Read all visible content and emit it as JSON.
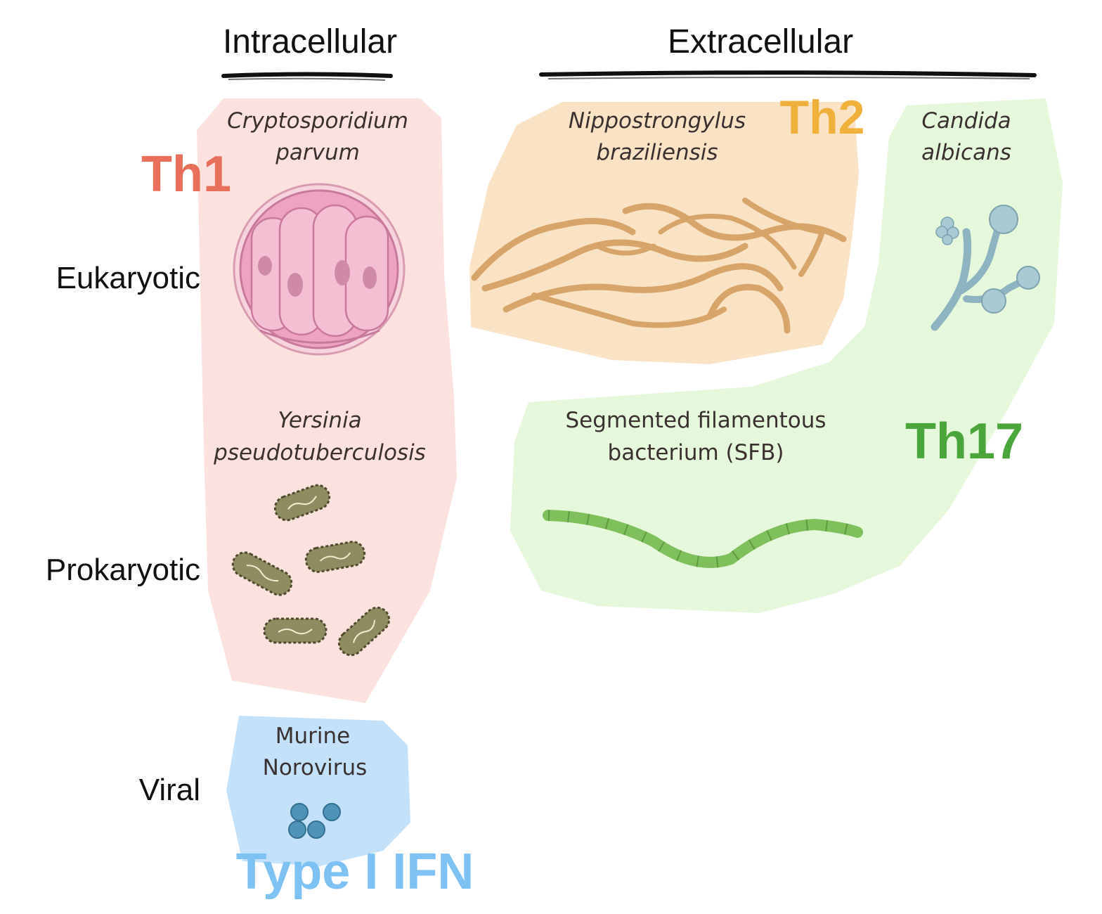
{
  "columns": {
    "intracellular": "Intracellular",
    "extracellular": "Extracellular"
  },
  "rows": {
    "eukaryotic": "Eukaryotic",
    "prokaryotic": "Prokaryotic",
    "viral": "Viral"
  },
  "responses": {
    "th1": "Th1",
    "th2": "Th2",
    "th17": "Th17",
    "type1ifn": "Type I IFN"
  },
  "organisms": {
    "crypto": [
      "Cryptosporidium",
      "parvum"
    ],
    "nippo": [
      "Nippostrongylus",
      "braziliensis"
    ],
    "candida": [
      "Candida",
      "albicans"
    ],
    "yersinia": [
      "Yersinia",
      "pseudotuberculosis"
    ],
    "sfb": [
      "Segmented filamentous",
      "bacterium (SFB)"
    ],
    "norovirus": [
      "Murine",
      "Norovirus"
    ]
  },
  "colors": {
    "th1": "#e8705a",
    "th2": "#f0b03c",
    "th17": "#4aa63a",
    "type1ifn": "#7dc2f2",
    "th1_region": "#fbe2df",
    "th2_region": "#fae3c5",
    "th17_region": "#e6f8db",
    "ifn_region": "#c3e2fa"
  }
}
